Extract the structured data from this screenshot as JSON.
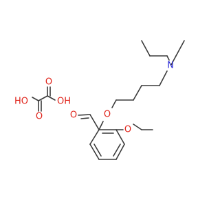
{
  "molecule": {
    "atoms": {
      "nitrogen": "N",
      "ether_oxygen": "O",
      "methoxy_oxygen": "O",
      "aldehyde_oxygen": "O",
      "oxalic_ho_left": "HO",
      "oxalic_oh_right": "OH",
      "oxalic_o_top": "O",
      "oxalic_o_bottom": "O"
    },
    "colors": {
      "bond": "#3a3a3a",
      "oxygen": "#e0241b",
      "nitrogen": "#2a2ad6"
    }
  }
}
